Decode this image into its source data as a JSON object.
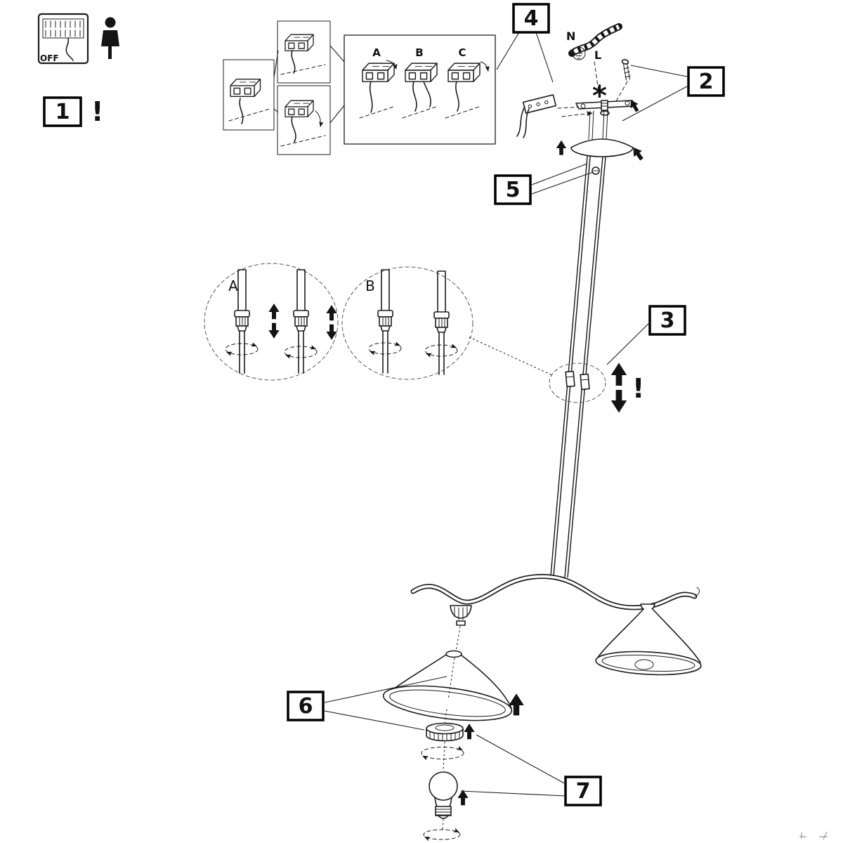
{
  "step_markers": {
    "step1": "1",
    "step2": "2",
    "step3": "3",
    "step4": "4",
    "step5": "5",
    "step6": "6",
    "step7": "7"
  },
  "connector_variants": {
    "a": "A",
    "b": "B",
    "c": "C"
  },
  "detail_views": {
    "a": "A",
    "b": "B"
  },
  "wiring_labels": {
    "neutral": "N",
    "live": "L"
  },
  "symbols": {
    "power_off": "OFF",
    "warning_step1": "!",
    "warning_height": "!",
    "asterisk": "*"
  }
}
